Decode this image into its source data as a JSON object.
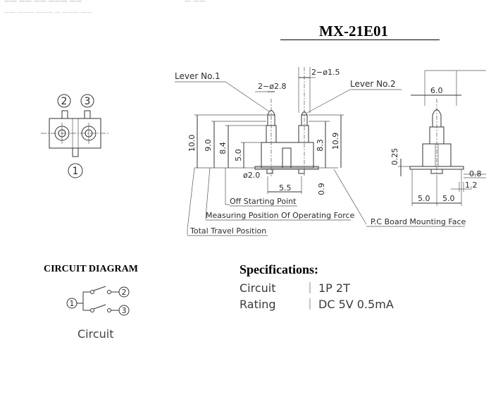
{
  "title": "MX-21E01",
  "header_fragments": [
    "—— —— —— ——— ——",
    "—— ——— ——— — ——— ——",
    "— ——"
  ],
  "front_view": {
    "lever1": "Lever No.1",
    "lever2": "Lever No.2",
    "dia_28": "2−ø2.8",
    "dia_15": "2−ø1.5",
    "h_100": "10.0",
    "h_90": "9.0",
    "h_84": "8.4",
    "h_50": "5.0",
    "h_83": "8.3",
    "h_109": "10.9",
    "dia_20": "ø2.0",
    "w_55": "5.5",
    "h_09": "0.9",
    "off_start": "Off Starting Point",
    "meas_force": "Measuring Position Of Operating Force",
    "total_travel": "Total Travel Position",
    "pcb_face": "P.C Board Mounting Face"
  },
  "side_view": {
    "w_60": "6.0",
    "h_025": "0.25",
    "w_08": "0.8",
    "w_12": "1.2",
    "w_50a": "5.0",
    "w_50b": "5.0"
  },
  "top_view": {
    "pin2": "2",
    "pin3": "3",
    "pin1": "1"
  },
  "circuit": {
    "heading": "CIRCUIT DIAGRAM",
    "pin1": "1",
    "pin2": "2",
    "pin3": "3",
    "caption": "Circuit"
  },
  "specs": {
    "heading": "Specifications:",
    "rows": [
      {
        "label": "Circuit",
        "value": "1P  2T"
      },
      {
        "label": "Rating",
        "value": "DC  5V  0.5mA"
      }
    ]
  }
}
